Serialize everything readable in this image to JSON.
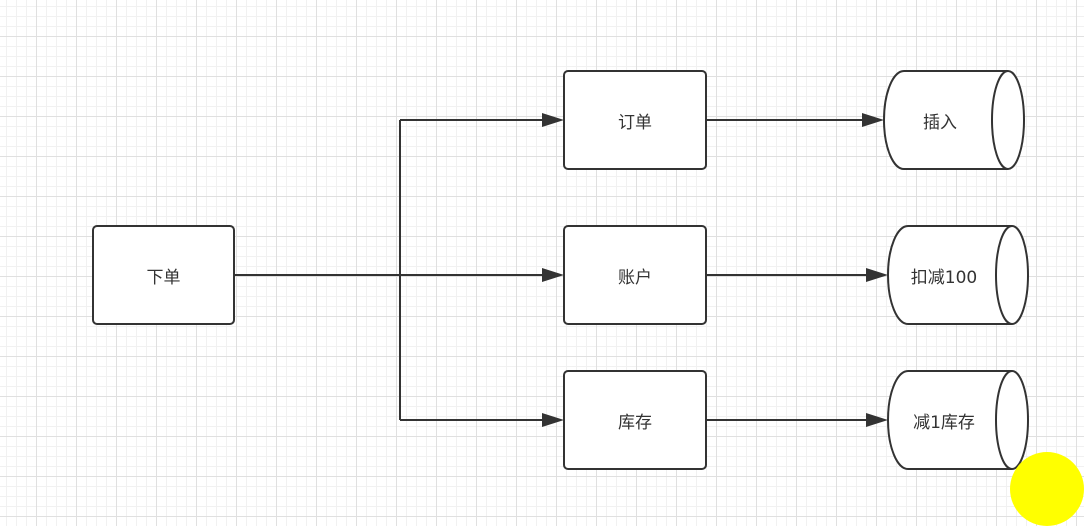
{
  "diagram": {
    "nodes": {
      "place_order": "下单",
      "order": "订单",
      "account": "账户",
      "inventory": "库存",
      "db_insert": "插入",
      "db_deduct": "扣减100",
      "db_reduce_stock": "减1库存"
    },
    "colors": {
      "stroke": "#333333",
      "grid": "#e0e0e0",
      "cursor_highlight": "#ffff00"
    }
  }
}
